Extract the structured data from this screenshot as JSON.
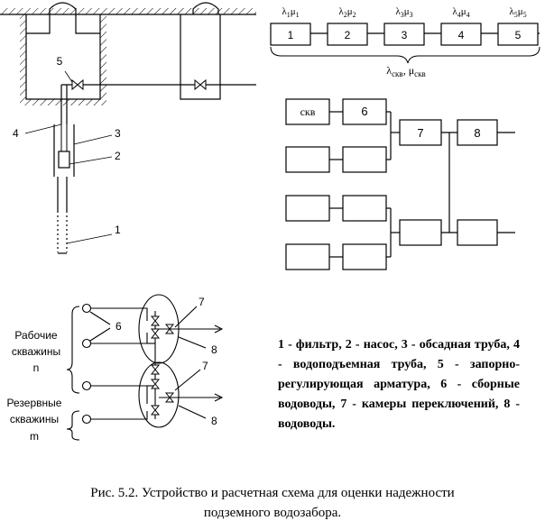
{
  "well_diagram": {
    "labels": {
      "filter": "1",
      "pump": "2",
      "casing": "3",
      "riser": "4",
      "valve": "5"
    }
  },
  "chain": {
    "blocks": [
      {
        "label": "1",
        "sym_a": "λ",
        "sub_a": "1",
        "sym_b": "μ",
        "sub_b": "1"
      },
      {
        "label": "2",
        "sym_a": "λ",
        "sub_a": "2",
        "sym_b": "μ",
        "sub_b": "2"
      },
      {
        "label": "3",
        "sym_a": "λ",
        "sub_a": "3",
        "sym_b": "μ",
        "sub_b": "3"
      },
      {
        "label": "4",
        "sym_a": "λ",
        "sub_a": "4",
        "sym_b": "μ",
        "sub_b": "4"
      },
      {
        "label": "5",
        "sym_a": "λ",
        "sub_a": "5",
        "sym_b": "μ",
        "sub_b": "5"
      }
    ],
    "equiv": {
      "sym_a": "λ",
      "sub_a": "скв",
      "sep": ", ",
      "sym_b": "μ",
      "sub_b": "скв"
    }
  },
  "block_scheme": {
    "well": "скв",
    "b6": "6",
    "b7": "7",
    "b8": "8"
  },
  "collector_scheme": {
    "working_wells": [
      "Рабочие",
      "скважины",
      "n"
    ],
    "reserve_wells": [
      "Резервные",
      "скважины",
      "m"
    ],
    "label_6": "6",
    "label_7_top": "7",
    "label_7_bottom": "7",
    "label_8_top": "8",
    "label_8_bottom": "8"
  },
  "legend_text": "1 - фильтр, 2 - насос, 3 - обсадная труба,  4 - водоподъемная труба, 5 - запорно-регулирующая арматура, 6 - сборные водоводы, 7 - камеры переключений, 8 - водоводы.",
  "caption": {
    "line1": "Рис. 5.2. Устройство и расчетная схема для оценки надежности",
    "line2": "подземного водозабора."
  }
}
